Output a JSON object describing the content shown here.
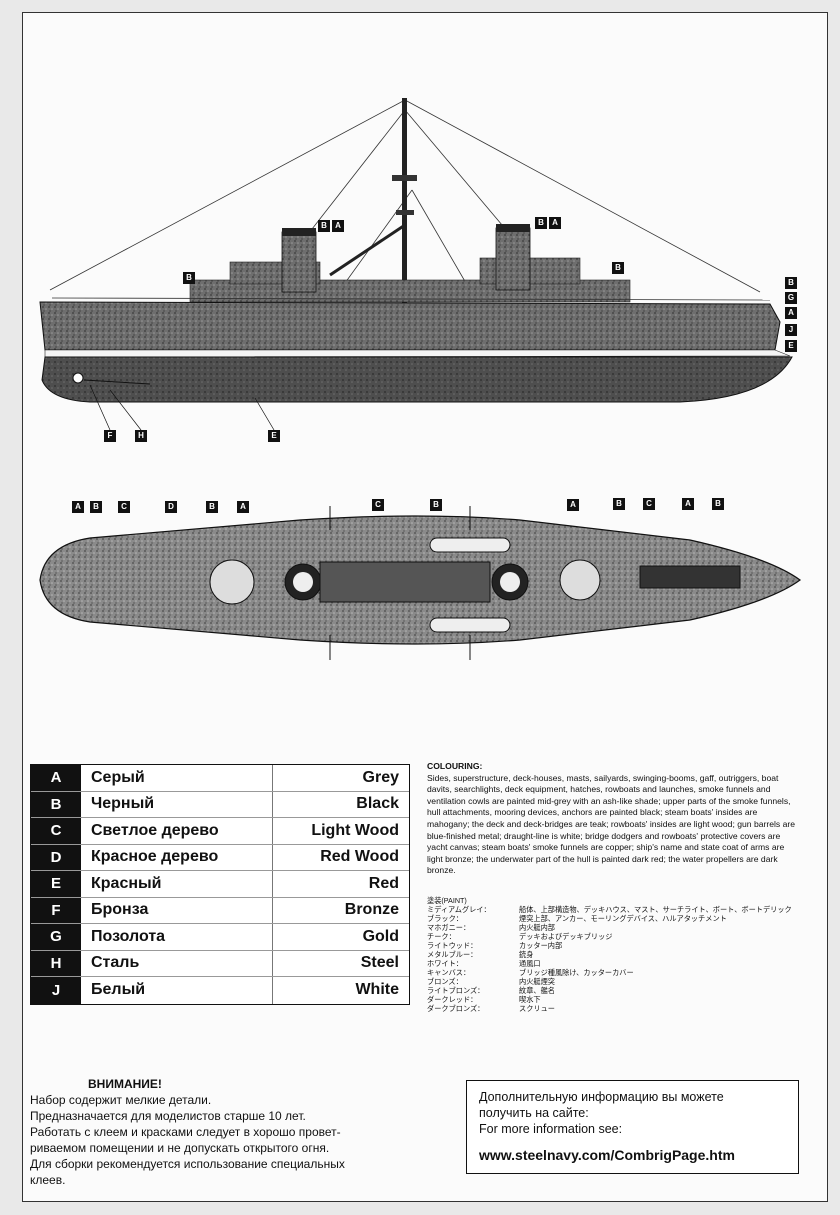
{
  "callouts": {
    "side": [
      "B",
      "A",
      "B",
      "A",
      "B",
      "B",
      "B",
      "G",
      "A",
      "J",
      "E",
      "F",
      "H",
      "E"
    ],
    "top": [
      "A",
      "B",
      "C",
      "D",
      "B",
      "A",
      "C",
      "B",
      "A",
      "B",
      "C",
      "A",
      "B"
    ]
  },
  "color_table": [
    {
      "code": "A",
      "ru": "Серый",
      "en": "Grey"
    },
    {
      "code": "B",
      "ru": "Черный",
      "en": "Black"
    },
    {
      "code": "C",
      "ru": "Светлое дерево",
      "en": "Light Wood"
    },
    {
      "code": "D",
      "ru": "Красное дерево",
      "en": "Red Wood"
    },
    {
      "code": "E",
      "ru": "Красный",
      "en": "Red"
    },
    {
      "code": "F",
      "ru": "Бронза",
      "en": "Bronze"
    },
    {
      "code": "G",
      "ru": "Позолота",
      "en": "Gold"
    },
    {
      "code": "H",
      "ru": "Сталь",
      "en": "Steel"
    },
    {
      "code": "J",
      "ru": "Белый",
      "en": "White"
    }
  ],
  "colouring": {
    "title": "COLOURING:",
    "text": "Sides, superstructure, deck-houses, masts, sailyards, swinging-booms, gaff, outriggers, boat davits, searchlights, deck equipment, hatches, rowboats and launches, smoke funnels and ventilation cowls are painted mid-grey with an ash-like shade; upper parts of the smoke funnels, hull attachments, mooring devices, anchors are painted black; steam boats' insides are mahogany; the deck and deck-bridges are teak; rowboats' insides are light wood; gun barrels are blue-finished metal; draught-line is white; bridge dodgers and rowboats' protective covers are yacht canvas; steam boats' smoke funnels are copper; ship's name and state coat of arms are light bronze; the underwater part of the hull is painted dark red; the water propellers are dark bronze."
  },
  "japanese": {
    "title": "塗装(PAINT)",
    "rows": [
      {
        "l": "ミディアムグレイ：",
        "r": "船体、上部構造物、デッキハウス、マスト、サーチライト、ボート、ボートデリック"
      },
      {
        "l": "ブラック：",
        "r": "煙突上部、アンカー、モーリングデバイス、ハルアタッチメント"
      },
      {
        "l": "マホガニー：",
        "r": "内火艇内部"
      },
      {
        "l": "チーク：",
        "r": "デッキおよびデッキブリッジ"
      },
      {
        "l": "ライトウッド：",
        "r": "カッター内部"
      },
      {
        "l": "メタルブルー：",
        "r": "銃身"
      },
      {
        "l": "ホワイト：",
        "r": "通風口"
      },
      {
        "l": "キャンバス：",
        "r": "ブリッジ種風除け、カッターカバー"
      },
      {
        "l": "ブロンズ：",
        "r": "内火艇煙突"
      },
      {
        "l": "ライトブロンズ：",
        "r": "紋章、艦名"
      },
      {
        "l": "ダークレッド：",
        "r": "喫水下"
      },
      {
        "l": "ダークブロンズ：",
        "r": "スクリュー"
      }
    ]
  },
  "warning": {
    "title": "ВНИМАНИЕ!",
    "lines": [
      "Набор содержит мелкие детали.",
      "Предназначается для моделистов старше 10 лет.",
      "Работать с клеем и красками следует в хорошо провет-",
      "риваемом помещении и не допускать открытого огня.",
      "Для сборки рекомендуется использование специальных",
      "клеев."
    ]
  },
  "info": {
    "ru1": "Дополнительную информацию вы можете",
    "ru2": "получить на сайте:",
    "en": "For more information see:",
    "url": "www.steelnavy.com/CombrigPage.htm"
  }
}
